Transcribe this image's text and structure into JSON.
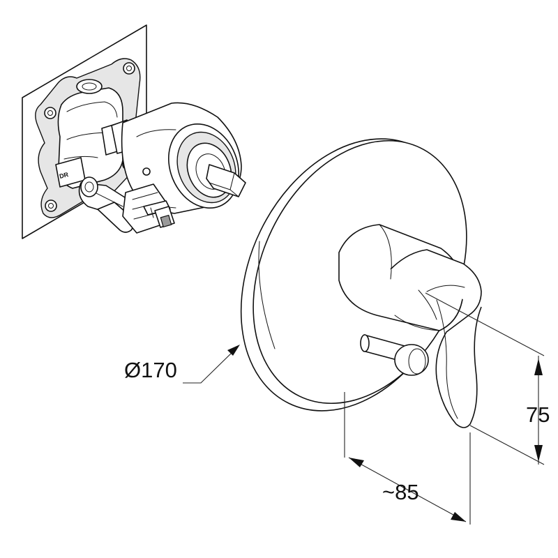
{
  "drawing": {
    "body_marking": "DR",
    "dimensions": {
      "rosette_diameter": "Ø170",
      "lever_height": "75",
      "projection_depth": "~85"
    }
  }
}
